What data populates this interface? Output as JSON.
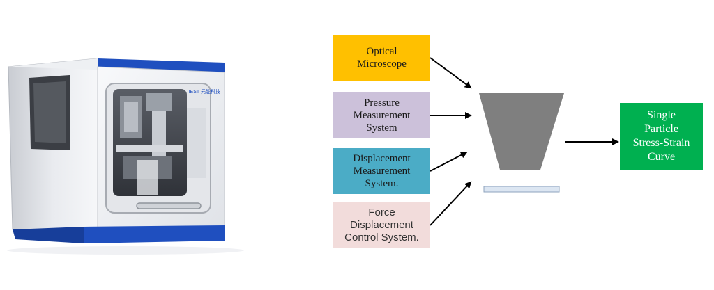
{
  "machine": {
    "brand_label": "IEST 元能科技"
  },
  "inputs": [
    {
      "label": "Optical\nMicroscope",
      "color": "#FFC000"
    },
    {
      "label": "Pressure\nMeasurement\nSystem",
      "color": "#CCC1DA"
    },
    {
      "label": "Displacement\nMeasurement\nSystem.",
      "color": "#4BACC6"
    },
    {
      "label": "Force\nDisplacement\nControl System.",
      "color": "#F2DCDB"
    }
  ],
  "output": {
    "label": "Single\nParticle\nStress-Strain\nCurve",
    "color": "#00B050"
  },
  "colors": {
    "hopper": "#7F7F7F",
    "plate_fill": "#DCE6F2",
    "plate_stroke": "#8EA3BD",
    "arrow": "#000000",
    "machine_accent": "#1F4FBF"
  }
}
